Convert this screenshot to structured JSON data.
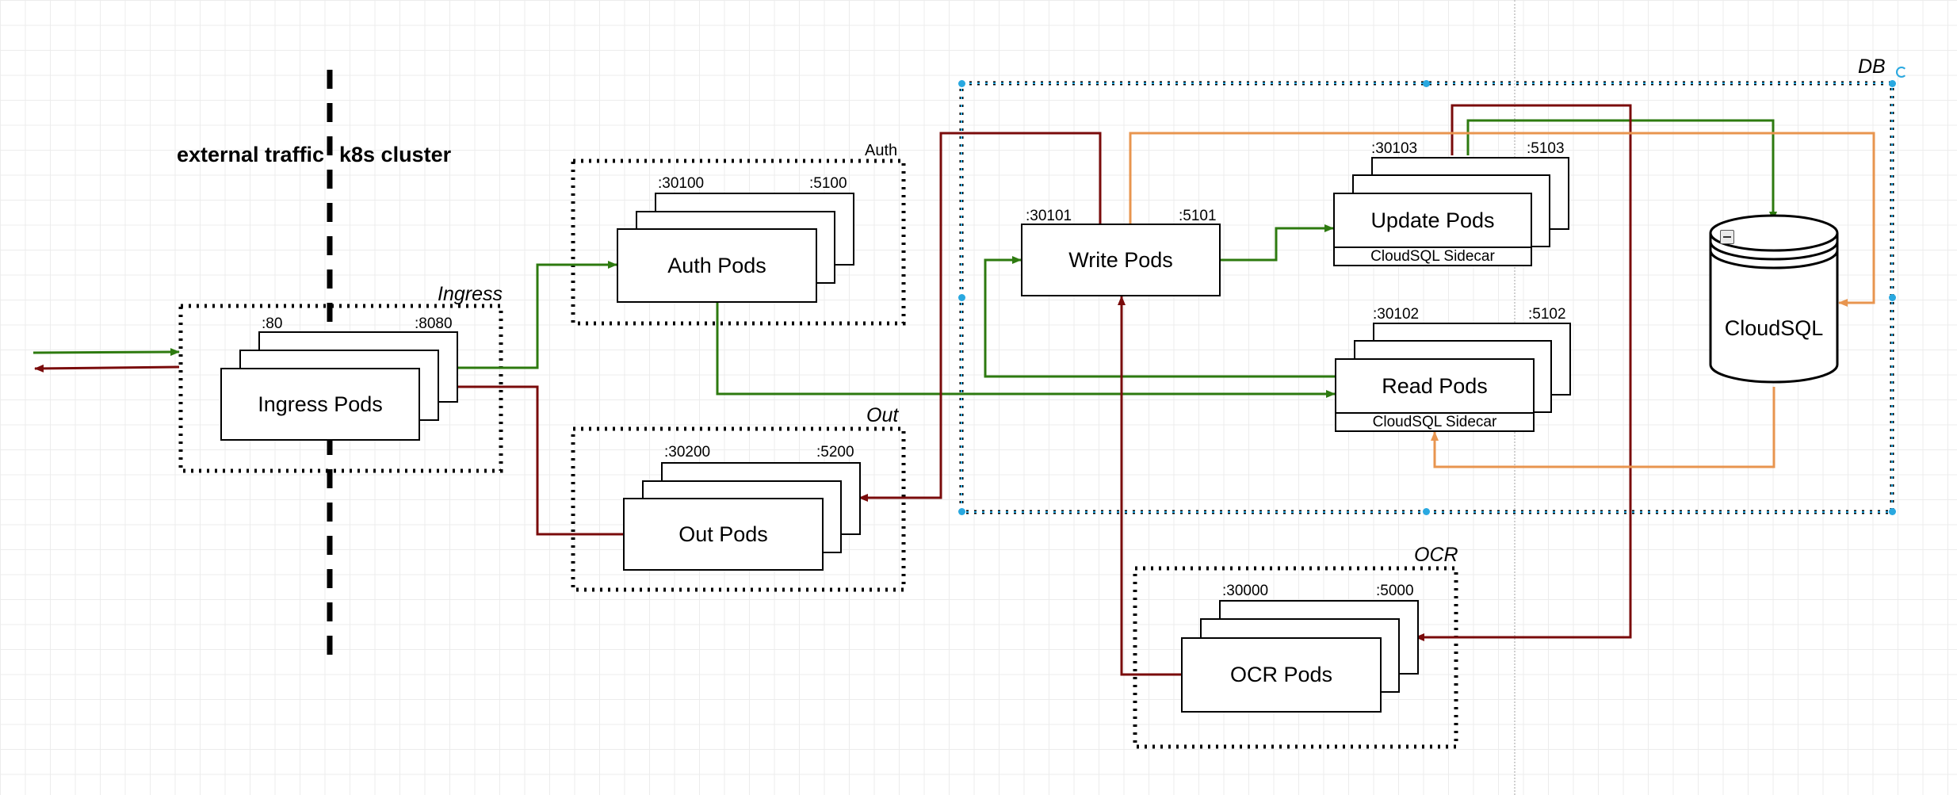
{
  "boundary": {
    "external_label": "external traffic",
    "cluster_label": "k8s cluster"
  },
  "groups": {
    "ingress": "Ingress",
    "auth": "Auth",
    "out": "Out",
    "db": "DB",
    "ocr": "OCR"
  },
  "pods": {
    "ingress": {
      "label": "Ingress Pods",
      "port_left": ":80",
      "port_right": ":8080"
    },
    "auth": {
      "label": "Auth Pods",
      "port_left": ":30100",
      "port_right": ":5100"
    },
    "out": {
      "label": "Out Pods",
      "port_left": ":30200",
      "port_right": ":5200"
    },
    "write": {
      "label": "Write Pods",
      "port_left": ":30101",
      "port_right": ":5101"
    },
    "update": {
      "label": "Update Pods",
      "port_left": ":30103",
      "port_right": ":5103",
      "sidecar": "CloudSQL Sidecar"
    },
    "read": {
      "label": "Read Pods",
      "port_left": ":30102",
      "port_right": ":5102",
      "sidecar": "CloudSQL Sidecar"
    },
    "ocr": {
      "label": "OCR Pods",
      "port_left": ":30000",
      "port_right": ":5000"
    }
  },
  "database": {
    "label": "CloudSQL"
  },
  "icons": [
    "collapse-icon",
    "rotate-icon",
    "selection-handle"
  ],
  "colors": {
    "green": "#2d7a0f",
    "red": "#7a0b0b",
    "orange": "#e8954f",
    "selection": "#29a8e0"
  }
}
